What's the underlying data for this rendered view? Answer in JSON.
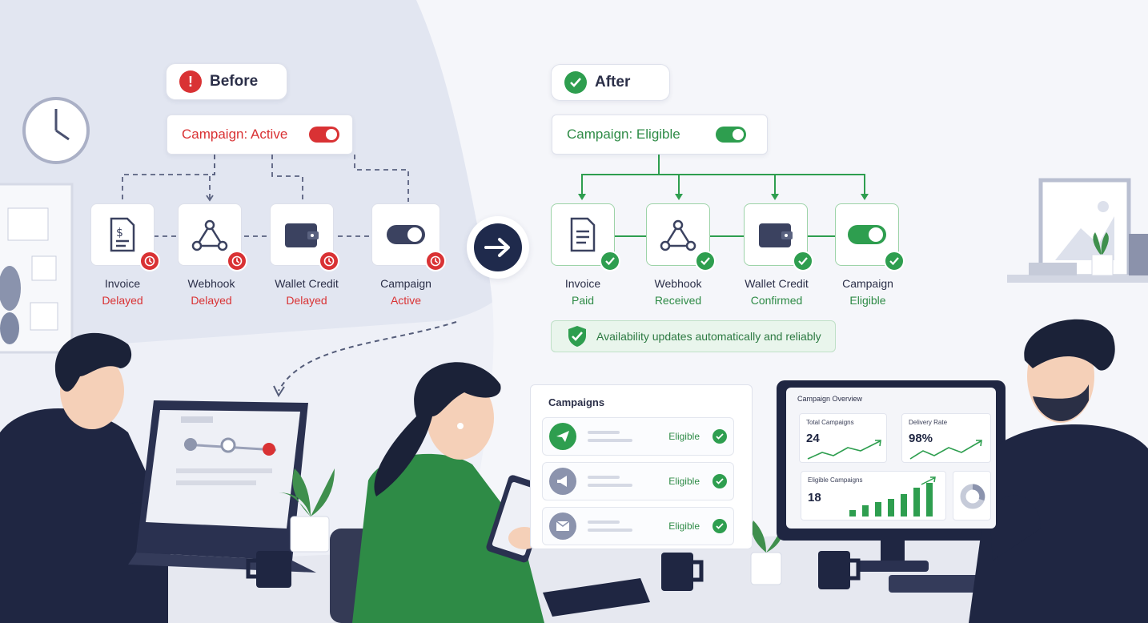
{
  "colors": {
    "red": "#d93234",
    "green": "#2e9e4f",
    "navy": "#1f2a4c",
    "bg": "#eef0f7"
  },
  "before": {
    "title": "Before",
    "campaign_status": "Campaign: Active",
    "steps": [
      {
        "name": "Invoice",
        "status": "Delayed",
        "icon": "invoice-icon"
      },
      {
        "name": "Webhook",
        "status": "Delayed",
        "icon": "webhook-icon"
      },
      {
        "name": "Wallet Credit",
        "status": "Delayed",
        "icon": "wallet-icon"
      },
      {
        "name": "Campaign",
        "status": "Active",
        "icon": "toggle-icon"
      }
    ]
  },
  "after": {
    "title": "After",
    "campaign_status": "Campaign: Eligible",
    "steps": [
      {
        "name": "Invoice",
        "status": "Paid",
        "icon": "invoice-icon"
      },
      {
        "name": "Webhook",
        "status": "Received",
        "icon": "webhook-icon"
      },
      {
        "name": "Wallet Credit",
        "status": "Confirmed",
        "icon": "wallet-icon"
      },
      {
        "name": "Campaign",
        "status": "Eligible",
        "icon": "toggle-icon"
      }
    ],
    "note": "Availability updates automatically and reliably"
  },
  "campaigns_panel": {
    "title": "Campaigns",
    "rows": [
      {
        "icon": "send-icon",
        "status": "Eligible"
      },
      {
        "icon": "megaphone-icon",
        "status": "Eligible"
      },
      {
        "icon": "mail-icon",
        "status": "Eligible"
      }
    ]
  },
  "overview": {
    "title": "Campaign Overview",
    "total_label": "Total Campaigns",
    "total_value": "24",
    "delivery_label": "Delivery Rate",
    "delivery_value": "98%",
    "eligible_label": "Eligible Campaigns",
    "eligible_value": "18"
  }
}
